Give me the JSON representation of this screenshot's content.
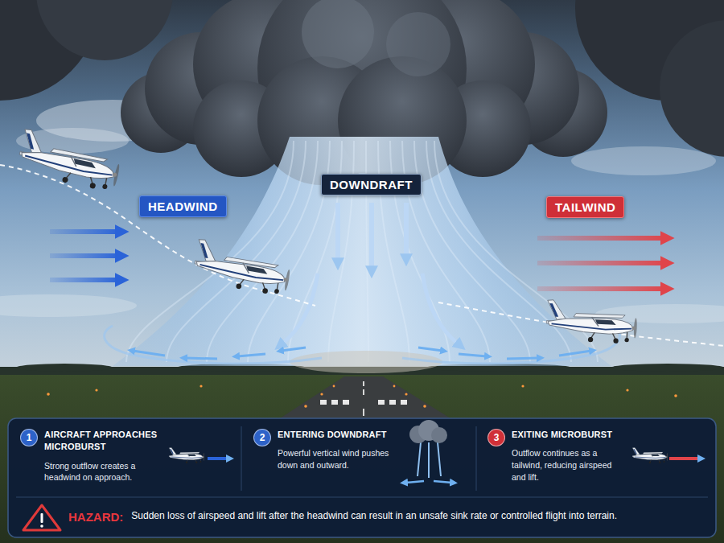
{
  "diagram": {
    "nodes": [
      {
        "text": [
          "HEADWIND"
        ]
      },
      {
        "text": [
          "DOWNDRAFT"
        ]
      },
      {
        "text": [
          "TAILWIND"
        ]
      },
      {
        "text": [
          "AIRCRAFT APPROACHES MICROBURST",
          "Strong outflow creates a headwind on approach."
        ]
      },
      {
        "text": [
          "1"
        ],
        "in": 3
      },
      {
        "text": [
          "ENTERING DOWNDRAFT",
          "Powerful vertical wind pushes down and outward."
        ]
      },
      {
        "text": [
          "2"
        ],
        "in": 5
      },
      {
        "text": [
          "EXITING MICROBURST",
          "Outflow continues as a tailwind, reducing airspeed and lift."
        ]
      },
      {
        "text": [
          "3"
        ],
        "in": 7
      },
      {
        "text": [
          "HAZARD:",
          "Sudden loss of airspeed and lift after the headwind can result in an unsafe sink rate or controlled flight into terrain."
        ]
      }
    ]
  }
}
